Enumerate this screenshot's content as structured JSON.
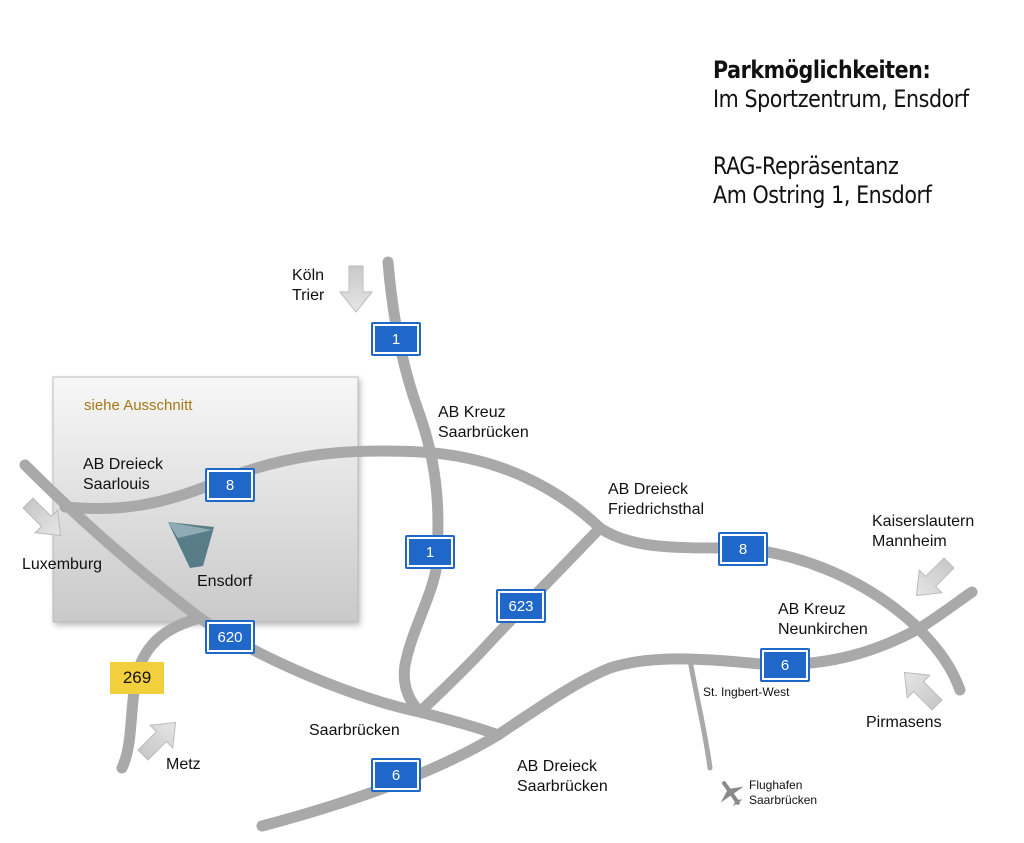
{
  "parking": {
    "title": "Parkmöglichkeiten:",
    "line1": "Im Sportzentrum, Ensdorf",
    "line2": "RAG-Repräsentanz",
    "line3": "Am Ostring 1, Ensdorf"
  },
  "inset": {
    "label": "siehe Ausschnitt"
  },
  "labels": {
    "koeln_trier": "Köln\nTrier",
    "ab_kreuz_sb": "AB Kreuz\nSaarbrücken",
    "ab_dreieck_saarlouis": "AB Dreieck\nSaarlouis",
    "ab_dreieck_friedrichsthal": "AB Dreieck\nFriedrichsthal",
    "kaiserslautern": "Kaiserslautern\nMannheim",
    "luxemburg": "Luxemburg",
    "ensdorf": "Ensdorf",
    "ab_kreuz_neunkirchen": "AB Kreuz\nNeunkirchen",
    "st_ingbert": "St. Ingbert-West",
    "pirmasens": "Pirmasens",
    "saarbruecken": "Saarbrücken",
    "metz": "Metz",
    "ab_dreieck_sb": "AB Dreieck\nSaarbrücken",
    "flughafen": "Flughafen\nSaarbrücken"
  },
  "shields": {
    "a1_top": "1",
    "a8_left": "8",
    "a1_mid": "1",
    "a8_right": "8",
    "a623": "623",
    "a620": "620",
    "a6_right": "6",
    "a6_bottom": "6",
    "b269": "269"
  },
  "icons": {
    "airport": "airplane-icon",
    "direction": "arrow-icon",
    "location": "ensdorf-marker-icon"
  },
  "colors": {
    "road": "#a9a9a9",
    "autobahn_sign": "#1f67c8",
    "bundesstrasse_sign": "#f2cf3d",
    "inset_label": "#a47a16"
  }
}
